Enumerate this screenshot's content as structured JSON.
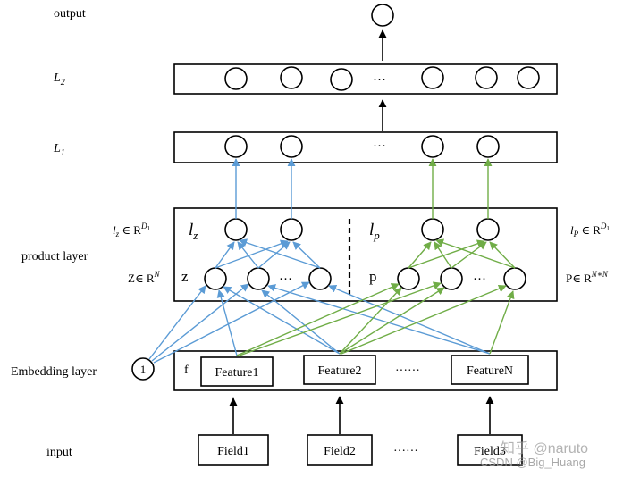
{
  "row_labels": {
    "output": "output",
    "product": "product layer",
    "embedding": "Embedding layer",
    "input": "input"
  },
  "layer_labels": {
    "l2": "L",
    "l2_sub": "2",
    "l1": "L",
    "l1_sub": "1"
  },
  "ellipsis": "···",
  "ellipsis_wide": "······",
  "product": {
    "lz_left": "l",
    "lz_left_sub": "z",
    "lz_left_rest": " ∈ R",
    "lz_left_sup": "D",
    "lz_left_sup2": "1",
    "lp_right": "l",
    "lp_right_sub": "P",
    "lp_right_rest": " ∈ R",
    "lp_right_sup": "D",
    "lp_right_sup2": "1",
    "z_left": "Z∈ R",
    "z_left_sup": "N",
    "p_right": "P∈ R",
    "p_right_sup": "N∗N",
    "lz_inner": "l",
    "lz_inner_sub": "z",
    "lp_inner": "l",
    "lp_inner_sub": "p",
    "z_inner": "z",
    "p_inner": "p"
  },
  "embedding": {
    "bias": "1",
    "f": "f",
    "features": [
      "Feature1",
      "Feature2",
      "FeatureN"
    ]
  },
  "inputs": [
    "Field1",
    "Field2",
    "Field3"
  ],
  "watermark": {
    "line1": "知乎 @naruto",
    "line2": "CSDN @Big_Huang"
  },
  "colors": {
    "blue": "#5b9bd5",
    "green": "#70ad47",
    "black": "#000000"
  }
}
